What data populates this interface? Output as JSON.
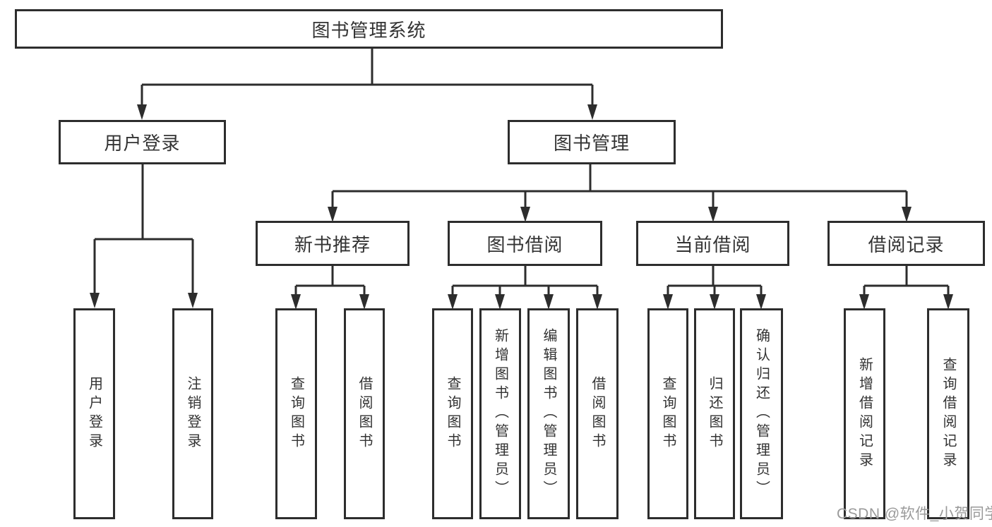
{
  "tree": {
    "label": "图书管理系统",
    "children": [
      {
        "label": "用户登录",
        "children": [
          {
            "label": "用户登录"
          },
          {
            "label": "注销登录"
          }
        ]
      },
      {
        "label": "图书管理",
        "children": [
          {
            "label": "新书推荐",
            "children": [
              {
                "label": "查询图书"
              },
              {
                "label": "借阅图书"
              }
            ]
          },
          {
            "label": "图书借阅",
            "children": [
              {
                "label": "查询图书"
              },
              {
                "label": "新增图书（管理员）"
              },
              {
                "label": "编辑图书（管理员）"
              },
              {
                "label": "借阅图书"
              }
            ]
          },
          {
            "label": "当前借阅",
            "children": [
              {
                "label": "查询图书"
              },
              {
                "label": "归还图书"
              },
              {
                "label": "确认归还（管理员）"
              }
            ]
          },
          {
            "label": "借阅记录",
            "children": [
              {
                "label": "新增借阅记录"
              },
              {
                "label": "查询借阅记录"
              }
            ]
          }
        ]
      }
    ]
  },
  "watermark": {
    "text": "CSDN @软件_小贺同学"
  },
  "colors": {
    "line": "#2d2d2d",
    "box_border": "#2d2d2d",
    "box_bg": "#ffffff",
    "text": "#333333",
    "watermark": "#9a9a9a"
  }
}
